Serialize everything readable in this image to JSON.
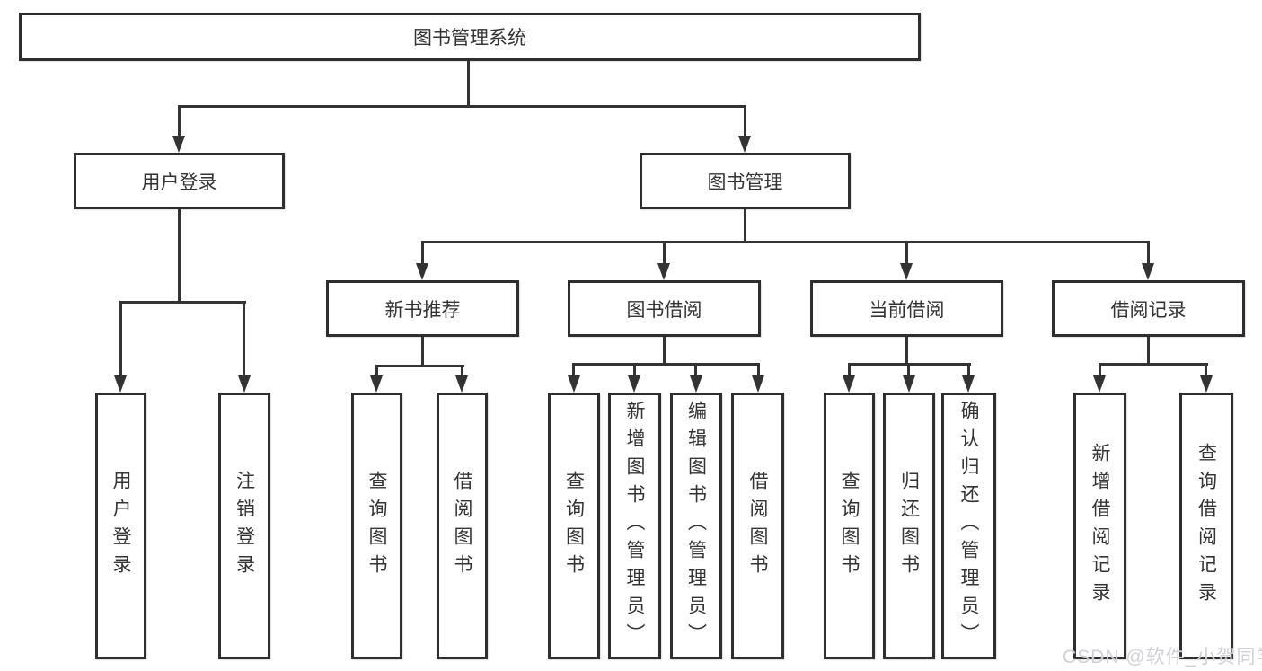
{
  "tree": {
    "label": "图书管理系统",
    "children": [
      {
        "label": "用户登录",
        "children": [
          {
            "label": "用户登录"
          },
          {
            "label": "注销登录"
          }
        ]
      },
      {
        "label": "图书管理",
        "children": [
          {
            "label": "新书推荐",
            "children": [
              {
                "label": "查询图书"
              },
              {
                "label": "借阅图书"
              }
            ]
          },
          {
            "label": "图书借阅",
            "children": [
              {
                "label": "查询图书"
              },
              {
                "label": "新增图书（管理员）"
              },
              {
                "label": "编辑图书（管理员）"
              },
              {
                "label": "借阅图书"
              }
            ]
          },
          {
            "label": "当前借阅",
            "children": [
              {
                "label": "查询图书"
              },
              {
                "label": "归还图书"
              },
              {
                "label": "确认归还（管理员）"
              }
            ]
          },
          {
            "label": "借阅记录",
            "children": [
              {
                "label": "新增借阅记录"
              },
              {
                "label": "查询借阅记录"
              }
            ]
          }
        ]
      }
    ]
  },
  "watermark": "CSDN @软件_小贺同学",
  "colors": {
    "line": "#333333",
    "box_border": "#2e2e2e",
    "text": "#333333",
    "background": "#ffffff",
    "watermark": "#cdcfd5"
  }
}
